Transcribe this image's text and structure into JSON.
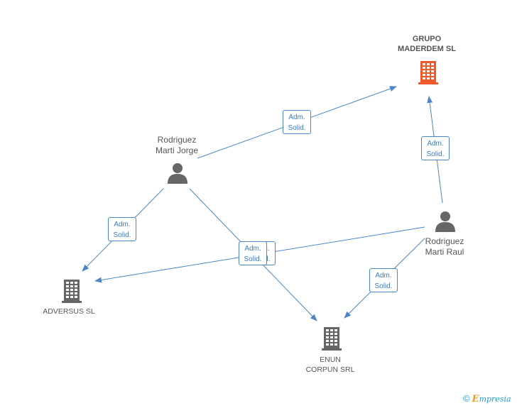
{
  "diagram": {
    "colors": {
      "edge": "#4a86c8",
      "person": "#666666",
      "company": "#666666",
      "focus_company": "#f05a28",
      "label_text": "#555555",
      "edge_label_text": "#3d7cc4"
    },
    "nodes": {
      "grupo_maderdem": {
        "type": "company",
        "focus": true,
        "lines": [
          "GRUPO",
          "MADERDEM SL"
        ],
        "icon": "building-icon"
      },
      "rodriguez_jorge": {
        "type": "person",
        "lines": [
          "Rodriguez",
          "Marti Jorge"
        ],
        "icon": "person-icon"
      },
      "rodriguez_raul": {
        "type": "person",
        "lines": [
          "Rodriguez",
          "Marti Raul"
        ],
        "icon": "person-icon"
      },
      "adversus": {
        "type": "company",
        "lines": [
          "ADVERSUS SL"
        ],
        "icon": "building-icon"
      },
      "enun_corpun": {
        "type": "company",
        "lines": [
          "ENUN",
          "CORPUN SRL"
        ],
        "icon": "building-icon"
      }
    },
    "edges": [
      {
        "from": "rodriguez_jorge",
        "to": "grupo_maderdem",
        "label": [
          "Adm.",
          "Solid."
        ]
      },
      {
        "from": "rodriguez_raul",
        "to": "grupo_maderdem",
        "label": [
          "Adm.",
          "Solid."
        ]
      },
      {
        "from": "rodriguez_jorge",
        "to": "adversus",
        "label": [
          "Adm.",
          "Solid."
        ]
      },
      {
        "from": "rodriguez_jorge",
        "to": "enun_corpun",
        "label": [
          "Adm.",
          "Solid."
        ]
      },
      {
        "from": "rodriguez_raul",
        "to": "adversus",
        "label": [
          "Adm.",
          "Solid."
        ]
      },
      {
        "from": "rodriguez_raul",
        "to": "enun_corpun",
        "label": [
          "Adm.",
          "Solid."
        ]
      }
    ]
  },
  "footer": {
    "copyright_symbol": "©",
    "brand_initial": "E",
    "brand_rest": "mpresia"
  }
}
